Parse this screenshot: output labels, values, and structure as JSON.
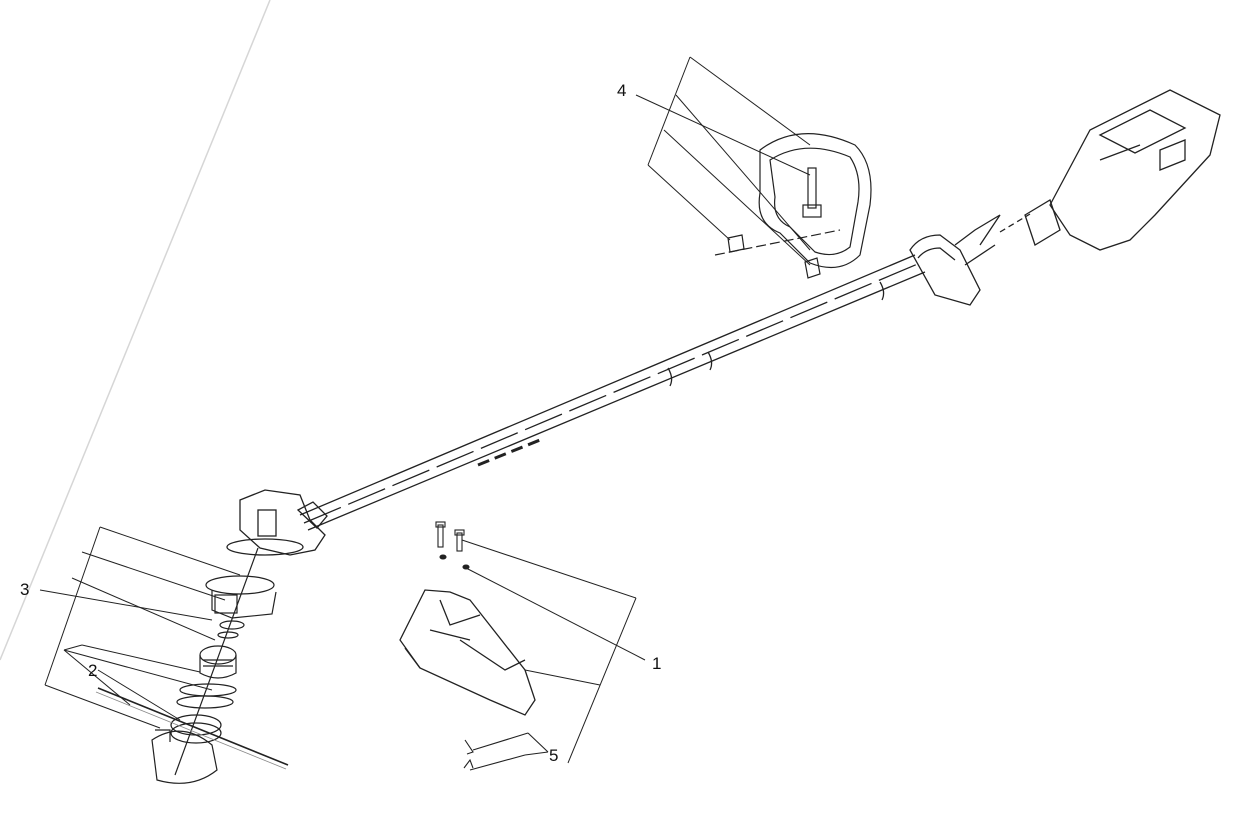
{
  "diagram": {
    "callouts": [
      {
        "id": "1",
        "label": "1"
      },
      {
        "id": "2",
        "label": "2"
      },
      {
        "id": "3",
        "label": "3"
      },
      {
        "id": "4",
        "label": "4"
      },
      {
        "id": "5",
        "label": "5"
      }
    ],
    "colors": {
      "line": "#222222",
      "light_line": "#d0d0d0"
    }
  }
}
